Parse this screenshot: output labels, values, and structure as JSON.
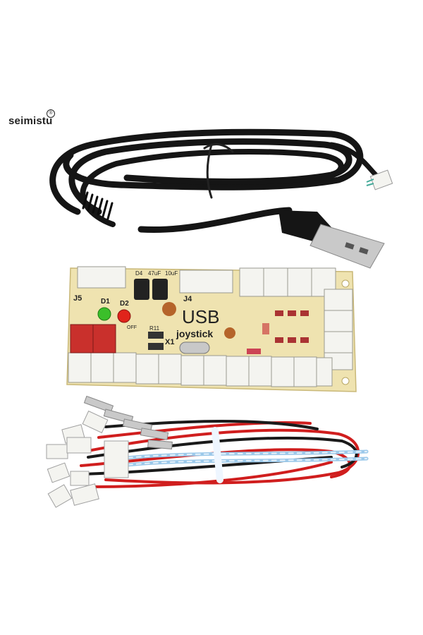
{
  "brand": {
    "name": "seimistu",
    "mark": "®"
  },
  "board": {
    "title": "USB",
    "subtitle": "joystick",
    "labels": {
      "j5": "J5",
      "j4": "J4",
      "d1": "D1",
      "d2": "D2",
      "x1": "X1",
      "d4": "D4",
      "cap1": "47uF",
      "cap2": "10uF",
      "r11": "R11",
      "off": "OFF"
    }
  },
  "colors": {
    "cable": "#151515",
    "usb_plug_metal": "#c9c9c9",
    "board": "#efe3b0",
    "connector_white": "#f4f4f0",
    "connector_red": "#c9302c",
    "led_green": "#3bbf2a",
    "led_red": "#e0241b",
    "wire_red": "#d01e1e",
    "wire_black": "#1a1a1a",
    "ribbon_blue": "#9cc9ea"
  },
  "items": [
    "usb-cable",
    "usb-encoder-board",
    "button-wire-harness"
  ]
}
